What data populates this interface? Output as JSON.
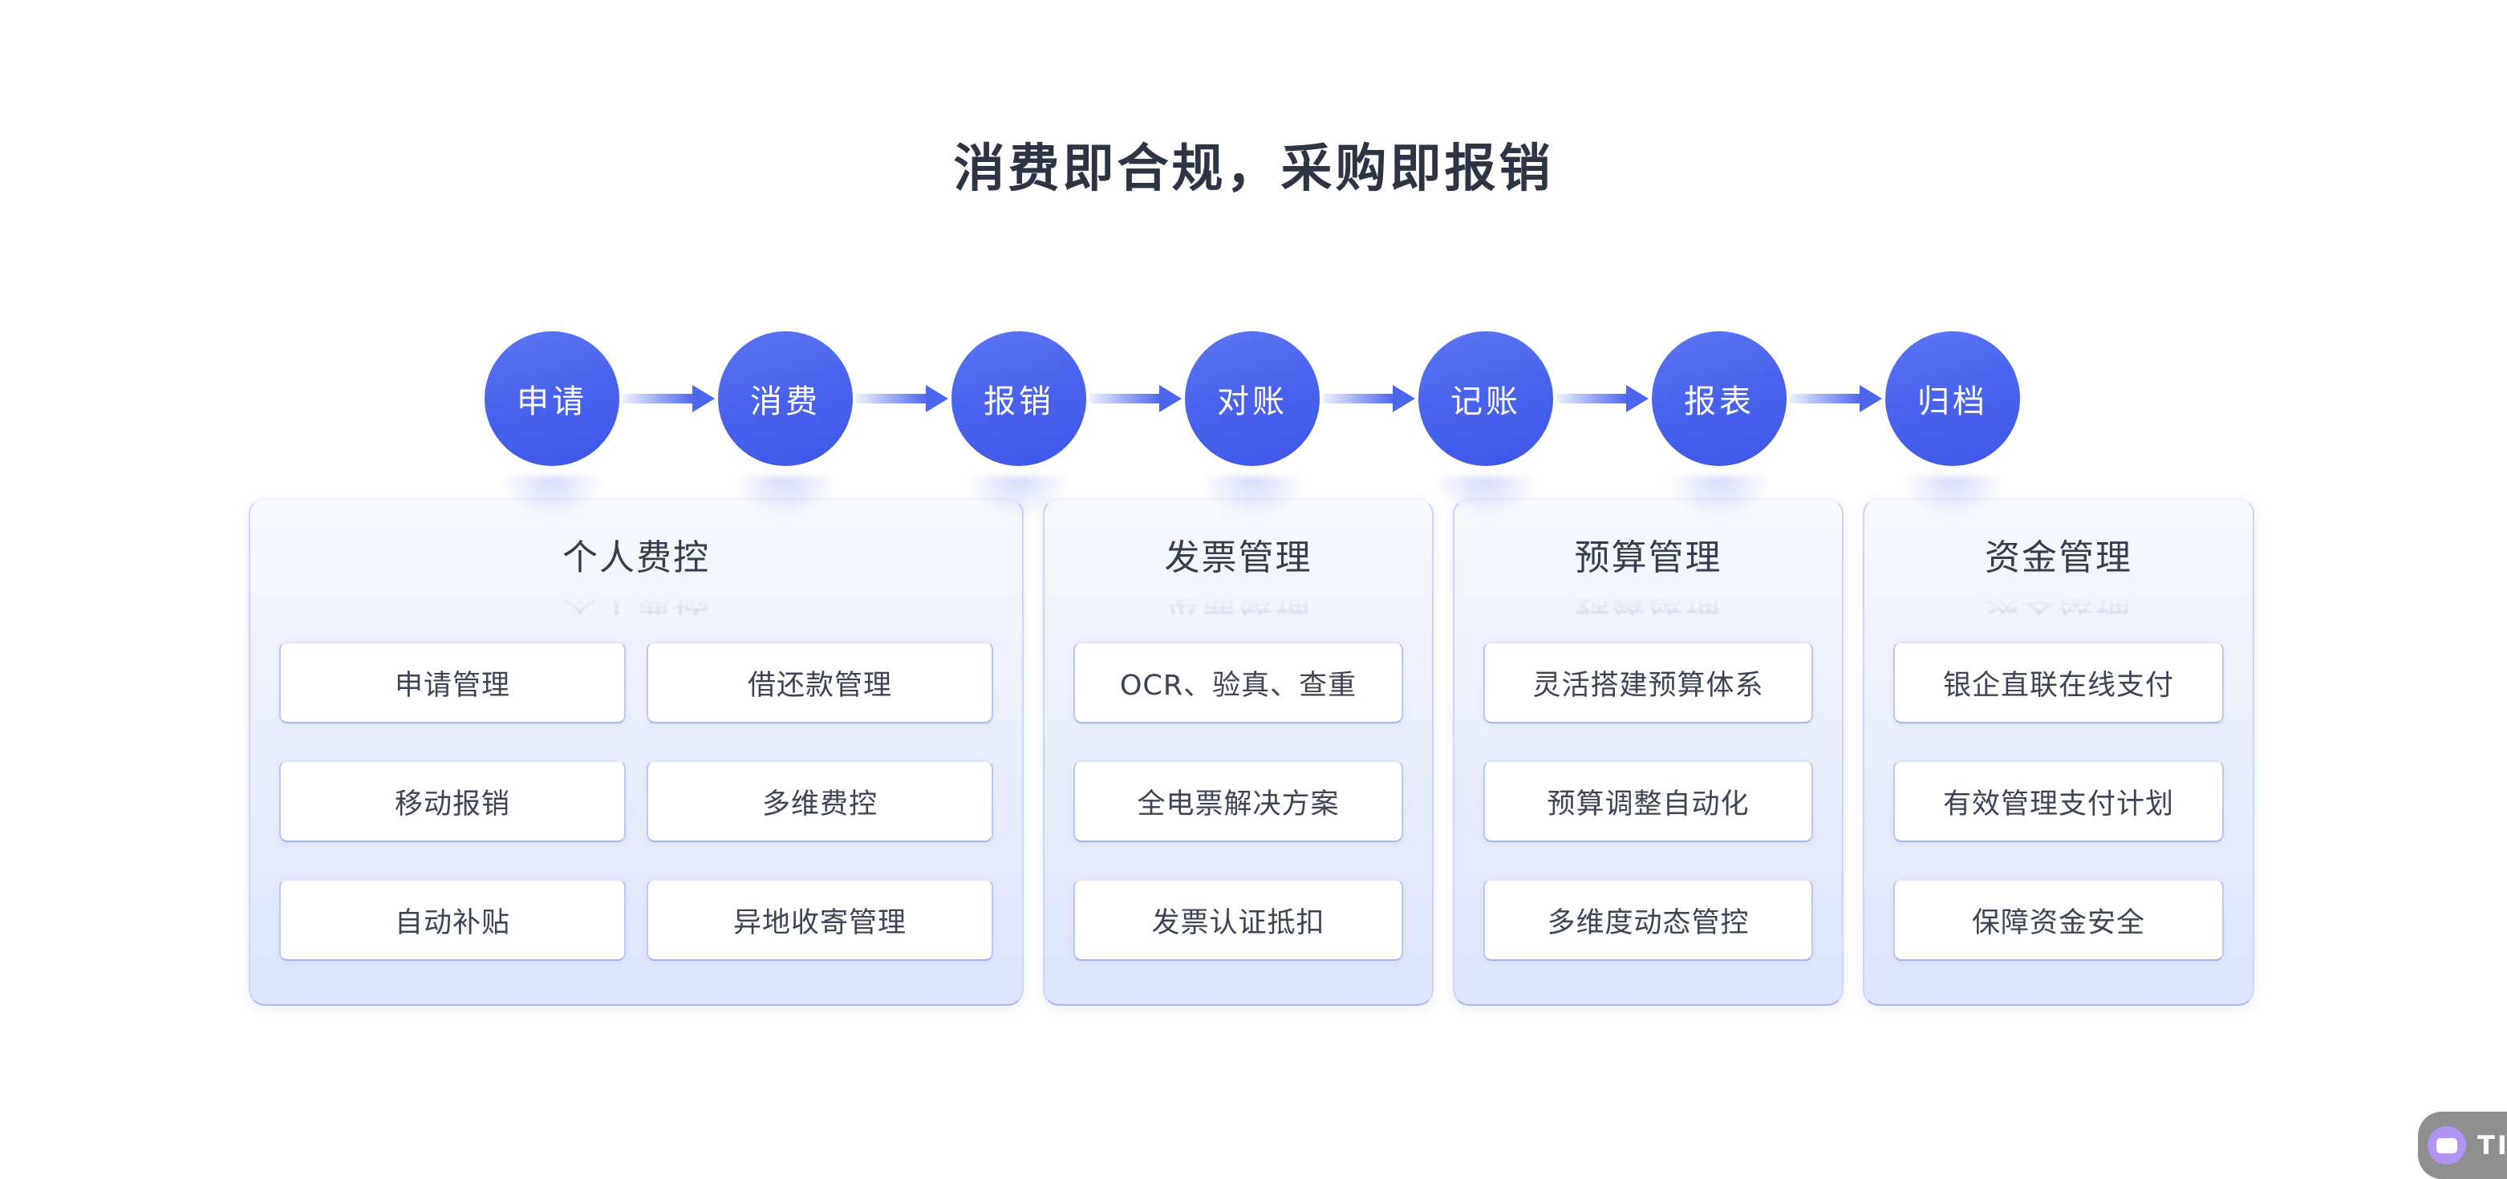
{
  "page": {
    "title": "消费即合规，采购即报销"
  },
  "flow": {
    "steps": [
      {
        "label": "申请"
      },
      {
        "label": "消费"
      },
      {
        "label": "报销"
      },
      {
        "label": "对账"
      },
      {
        "label": "记账"
      },
      {
        "label": "报表"
      },
      {
        "label": "归档"
      }
    ]
  },
  "cards": [
    {
      "title": "个人费控",
      "items": [
        "申请管理",
        "借还款管理",
        "移动报销",
        "多维费控",
        "自动补贴",
        "异地收寄管理"
      ]
    },
    {
      "title": "发票管理",
      "items": [
        "OCR、验真、查重",
        "全电票解决方案",
        "发票认证抵扣"
      ]
    },
    {
      "title": "预算管理",
      "items": [
        "灵活搭建预算体系",
        "预算调整自动化",
        "多维度动态管控"
      ]
    },
    {
      "title": "资金管理",
      "items": [
        "银企直联在线支付",
        "有效管理支付计划",
        "保障资金安全"
      ]
    }
  ],
  "watermark": {
    "text": "TIN"
  },
  "colors": {
    "accent_blue": "#4a64ee",
    "arrow_blue": "#4d66ee",
    "title_text": "#2d3444",
    "card_text": "#353d4e",
    "button_text": "#3c4456",
    "card_bg_bottom": "#dde4fb",
    "button_border": "#bac8f6",
    "watermark_purple": "#b394f2"
  }
}
